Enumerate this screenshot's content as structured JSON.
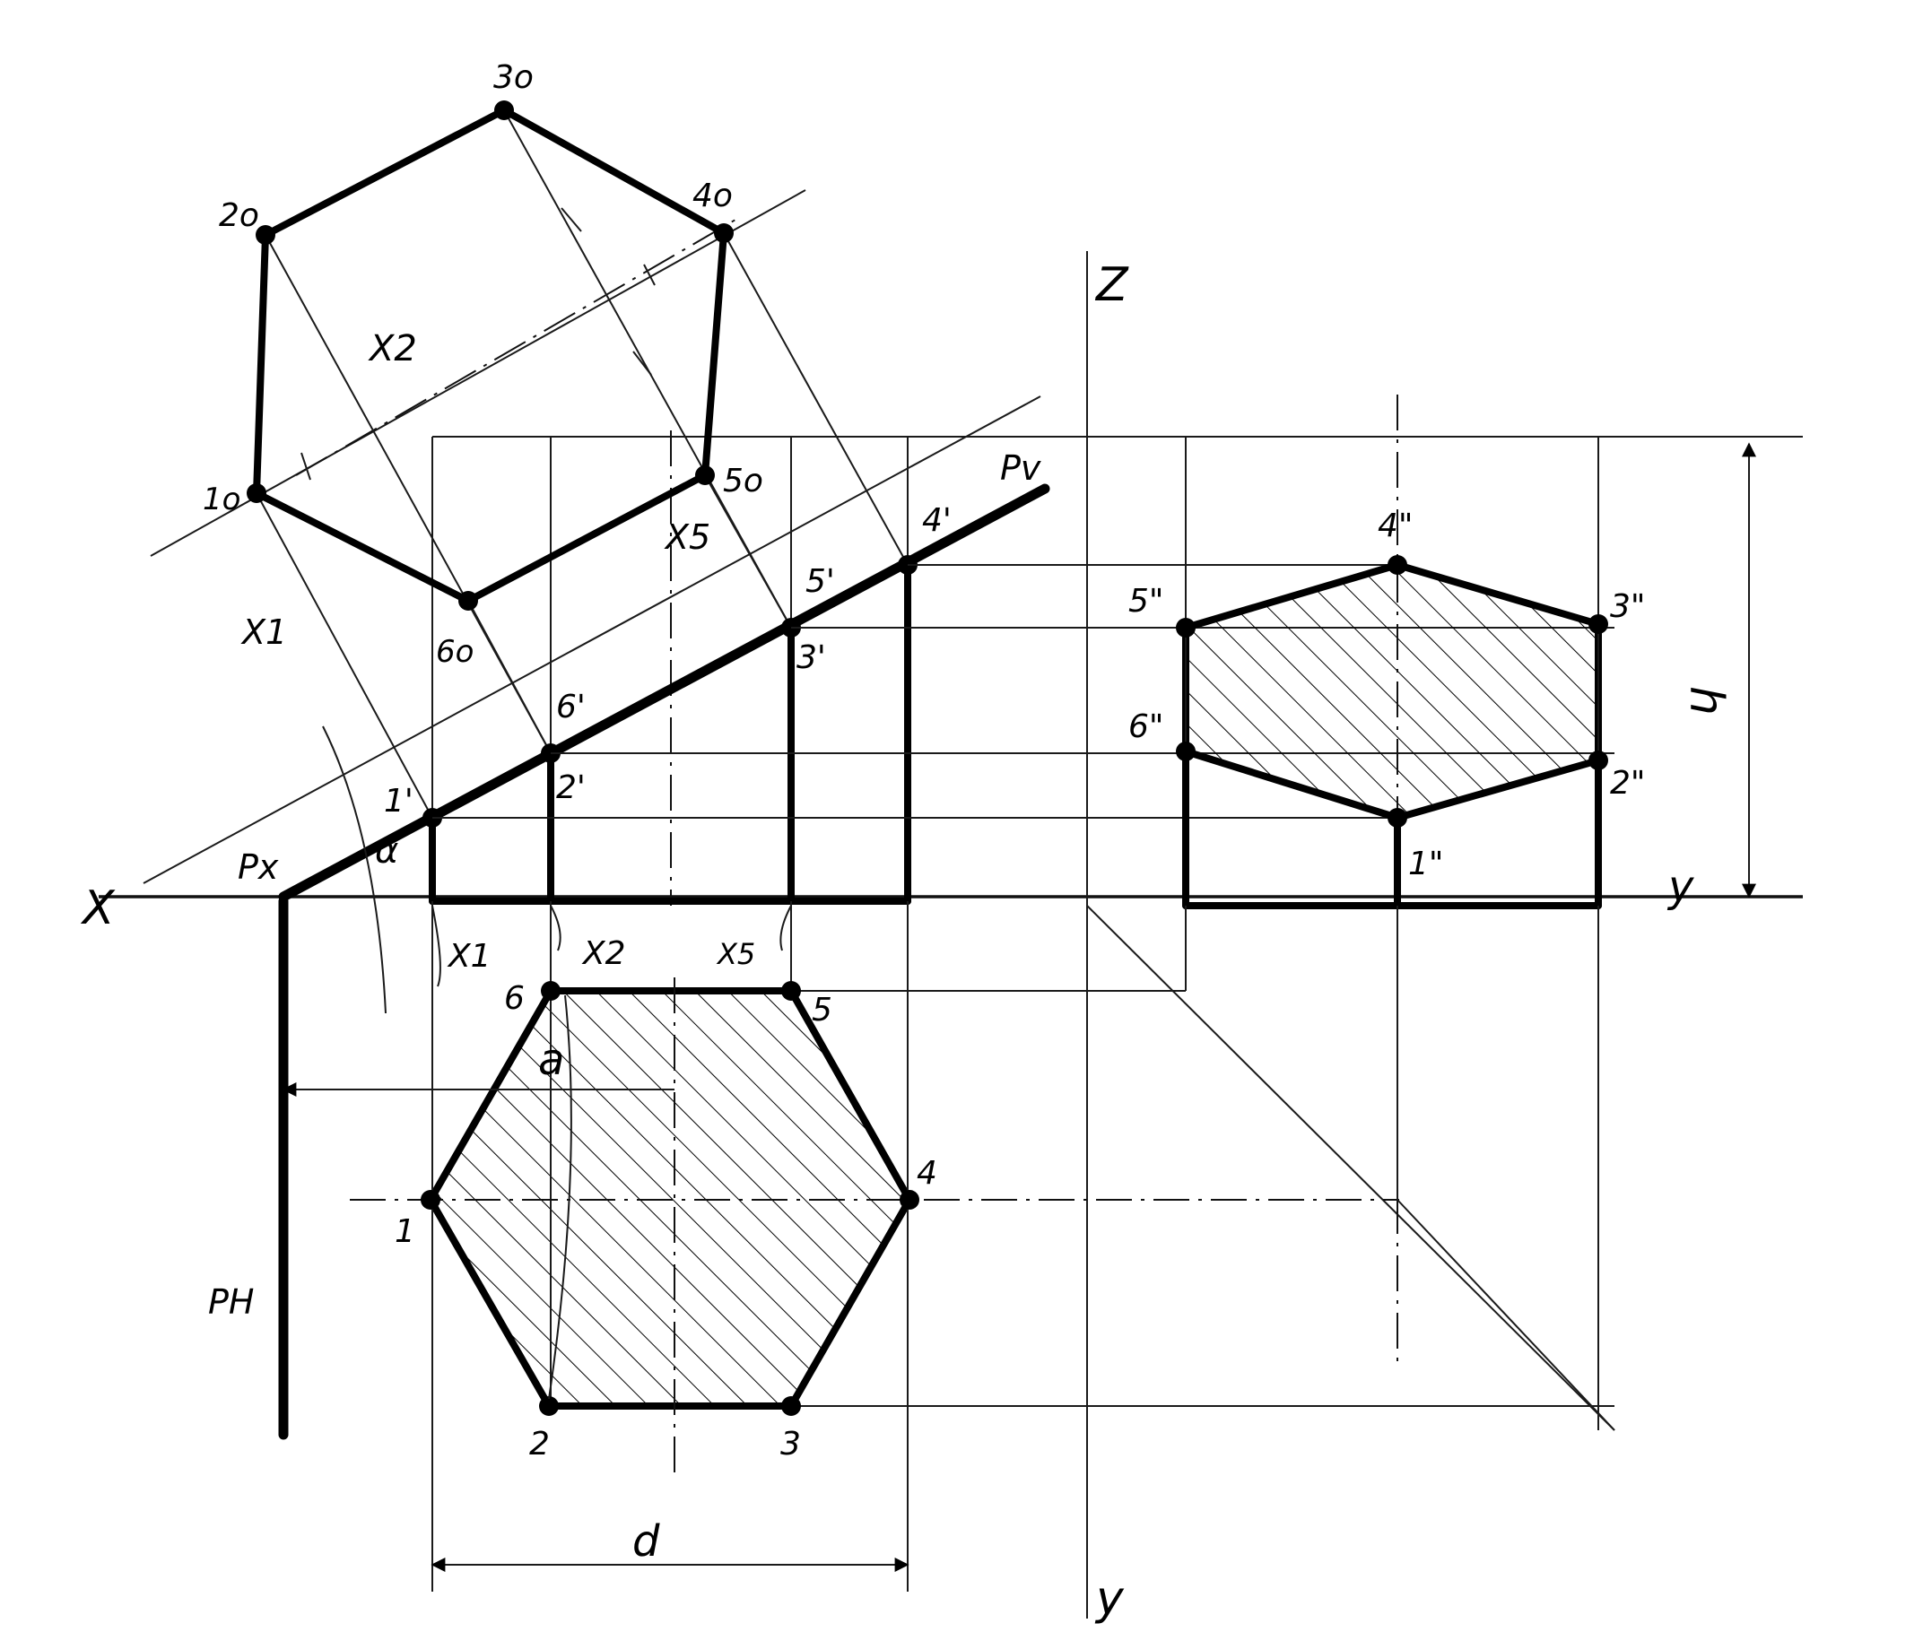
{
  "labels": {
    "axis_x": "X",
    "axis_z": "Z",
    "axis_y_right": "y",
    "axis_y_bottom": "y",
    "trace_pv": "Pv",
    "trace_px": "Px",
    "trace_ph": "PH",
    "angle": "α",
    "dim_d": "d",
    "dim_h": "h",
    "dim_a": "a",
    "x1_top": "X1",
    "x2_top": "X2",
    "x5_top": "X5",
    "x1_bottom": "X1",
    "x2_bottom": "X2",
    "x5_bottom": "X5",
    "true_points": [
      "1o",
      "2o",
      "3o",
      "4o",
      "5o",
      "6o"
    ],
    "front_points": [
      "1'",
      "2'",
      "3'",
      "4'",
      "5'",
      "6'"
    ],
    "top_points": [
      "1",
      "2",
      "3",
      "4",
      "5",
      "6"
    ],
    "side_points": [
      "1\"",
      "2\"",
      "3\"",
      "4\"",
      "5\"",
      "6\""
    ]
  },
  "colors": {
    "ink": "#000000",
    "paper": "#ffffff"
  }
}
